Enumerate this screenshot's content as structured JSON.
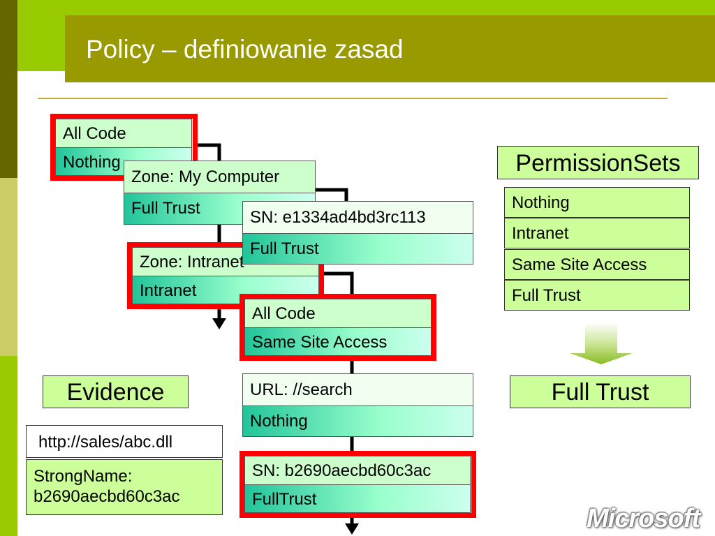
{
  "title": "Policy – definiowanie zasad",
  "code_groups": [
    {
      "label": "All Code",
      "value": "Nothing"
    },
    {
      "label": "Zone: My Computer",
      "value": "Full Trust"
    },
    {
      "label": "SN: e1334ad4bd3rc113",
      "value": "Full Trust"
    },
    {
      "label": "Zone: Intranet",
      "value": "Intranet"
    },
    {
      "label": "All Code",
      "value": "Same Site Access"
    },
    {
      "label": "URL: //search",
      "value": "Nothing"
    },
    {
      "label": "SN: b2690aecbd60c3ac",
      "value": "FullTrust"
    }
  ],
  "evidence": {
    "heading": "Evidence",
    "url": "http://sales/abc.dll",
    "strongname_line1": "StrongName:",
    "strongname_line2": "b2690aecbd60c3ac"
  },
  "permission_sets": {
    "heading": "PermissionSets",
    "items": [
      "Nothing",
      "Intranet",
      "Same Site Access",
      "Full Trust"
    ],
    "result": "Full Trust"
  },
  "logo_text": "Microsoft",
  "colors": {
    "title_bar": "#999900",
    "accent_green": "#99cc00",
    "highlight_red": "#ff0000",
    "label_fill": "#ccffcc",
    "box_fill": "#ccff99"
  }
}
